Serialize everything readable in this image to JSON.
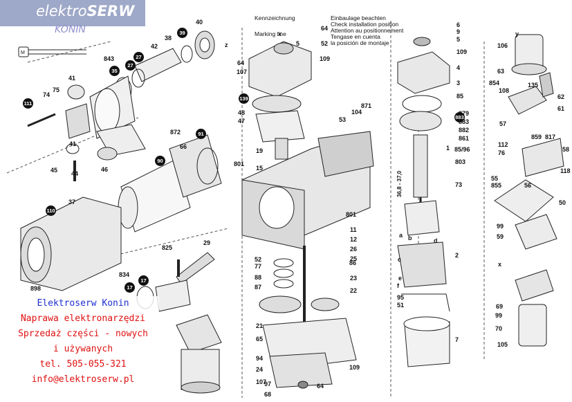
{
  "logo": {
    "brand_main": "elektro",
    "brand_bold": "SERW",
    "city": "KONIN"
  },
  "install_note": {
    "left_lines": [
      "Kennzeichnung",
      "Marking line"
    ],
    "right_lines": [
      "Einbaulage beachten",
      "Check installation position",
      "Attention au positionnement",
      "Tengase en cuenta",
      "la posición de montaje"
    ]
  },
  "promo": {
    "name": "Elektroserw Konin",
    "lines": [
      "Naprawa elektronarzędzi",
      "Sprzedaż części - nowych",
      "i używanych",
      "tel. 505-055-321",
      "info@elektroserw.pl"
    ]
  },
  "dimension_note": "36,8 - 37,0",
  "labels": [
    "40",
    "38",
    "39",
    "z",
    "42",
    "27",
    "27",
    "843",
    "35",
    "41",
    "75",
    "74",
    "111",
    "11",
    "41",
    "45",
    "44",
    "46",
    "872",
    "91",
    "66",
    "90",
    "801",
    "37",
    "110",
    "825",
    "29",
    "834",
    "17",
    "17",
    "898",
    "64",
    "52",
    "109",
    "x",
    "5",
    "64",
    "107",
    "139",
    "48",
    "47",
    "19",
    "15",
    "53",
    "104",
    "871",
    "801",
    "77",
    "52",
    "88",
    "87",
    "86",
    "11",
    "12",
    "26",
    "25",
    "23",
    "22",
    "21",
    "65",
    "94",
    "24",
    "107",
    "97",
    "68",
    "64",
    "109",
    "6",
    "9",
    "5",
    "109",
    "4",
    "3",
    "85",
    "879",
    "883",
    "882",
    "861",
    "1",
    "85/96",
    "803",
    "73",
    "2",
    "b",
    "d",
    "c",
    "a",
    "e",
    "f",
    "95",
    "51",
    "7",
    "106",
    "63",
    "854",
    "108",
    "135",
    "62",
    "61",
    "57",
    "112",
    "76",
    "859",
    "817",
    "58",
    "118",
    "55",
    "855",
    "56",
    "50",
    "99",
    "59",
    "x",
    "69",
    "99",
    "70",
    "105",
    "y"
  ],
  "badges": [
    "39",
    "35",
    "27",
    "27",
    "111",
    "91",
    "90",
    "110",
    "17",
    "17",
    "139",
    "883"
  ]
}
